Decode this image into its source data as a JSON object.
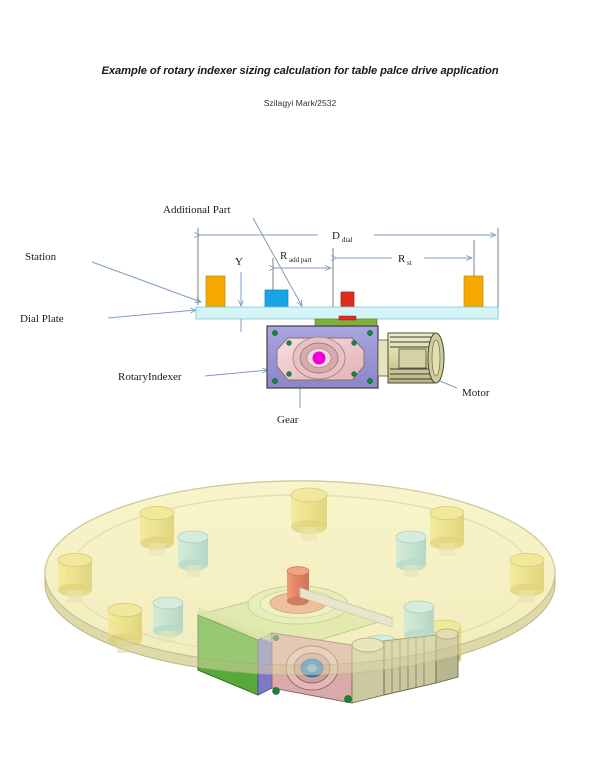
{
  "document": {
    "title": "Example of rotary indexer sizing calculation for table palce drive application",
    "author": "Szilagyi Mark/2532"
  },
  "figures": {
    "section_view": {
      "name": "rotary-indexer-section-view",
      "labels": {
        "station": "Station",
        "additional_part": "Additional Part",
        "dial_plate": "Dial Plate",
        "rotary_indexer": "RotaryIndexer",
        "gear": "Gear",
        "motor": "Motor"
      },
      "dimensions": {
        "d_dial_base": "D",
        "d_dial_sub": "dial",
        "r_add_base": "R",
        "r_add_sub": "add part",
        "r_st_base": "R",
        "r_st_sub": "st",
        "y": "Y"
      },
      "colors": {
        "station_block": "#F5A800",
        "additional_part_block": "#16A6E8",
        "small_red_block": "#E02B20",
        "dial_plate_fill": "#D4F4F7",
        "dial_plate_stroke": "#7ec8d8",
        "indexer_body": "#9a96d8",
        "indexer_face": "#f0c8cc",
        "indexer_hub": "#f000d8",
        "bolt": "#0f8a3c",
        "motor_body": "#d8d6ae",
        "motor_fins": "#3a3a3a",
        "green_plate": "#7fb03a",
        "leader_line": "#7f9dc0",
        "extension_line": "#8a8a8a"
      }
    },
    "iso_view": {
      "name": "rotary-indexer-iso-view",
      "colors": {
        "dial_disc": "#f6f2c4",
        "dial_rim": "#ded9a8",
        "yellow_fixture": "#e6d24f",
        "cyan_fixture": "#8fd4de",
        "red_center": "#d63020",
        "indexer_green": "#57a93a",
        "indexer_olive": "#c6d98e",
        "indexer_pink": "#d9aaa8",
        "hub_blue": "#2e7fd4",
        "motor_body": "#c9c79b"
      },
      "counts": {
        "yellow_fixtures": 8,
        "cyan_fixtures": 6,
        "center_parts": 1
      }
    }
  }
}
